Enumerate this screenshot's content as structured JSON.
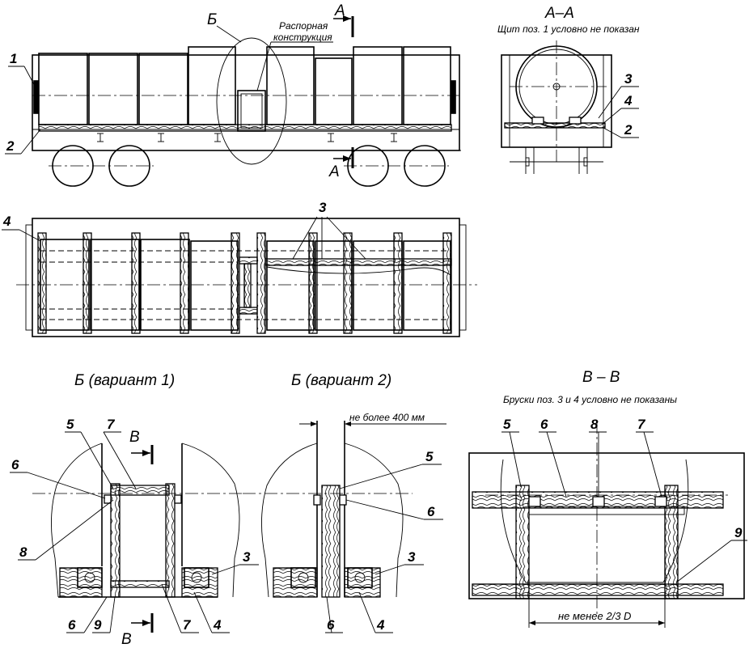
{
  "titles": {
    "section_aa": "А–А",
    "note_aa": "Щит поз. 1 условно не показан",
    "detail_b1": "Б  (вариант 1)",
    "detail_b2": "Б  (вариант 2)",
    "section_vv": "В – В",
    "note_vv": "Бруски поз. 3 и 4  условно не показаны"
  },
  "callouts": {
    "b": "Б",
    "spacer_line1": "Распорная",
    "spacer_line2": "конструкция",
    "a": "А",
    "v": "В"
  },
  "dimensions": {
    "max_gap": "не более 400 мм",
    "min_span": "не менее 2/3 D"
  },
  "positions": [
    "1",
    "2",
    "3",
    "4",
    "5",
    "6",
    "7",
    "8",
    "9"
  ]
}
